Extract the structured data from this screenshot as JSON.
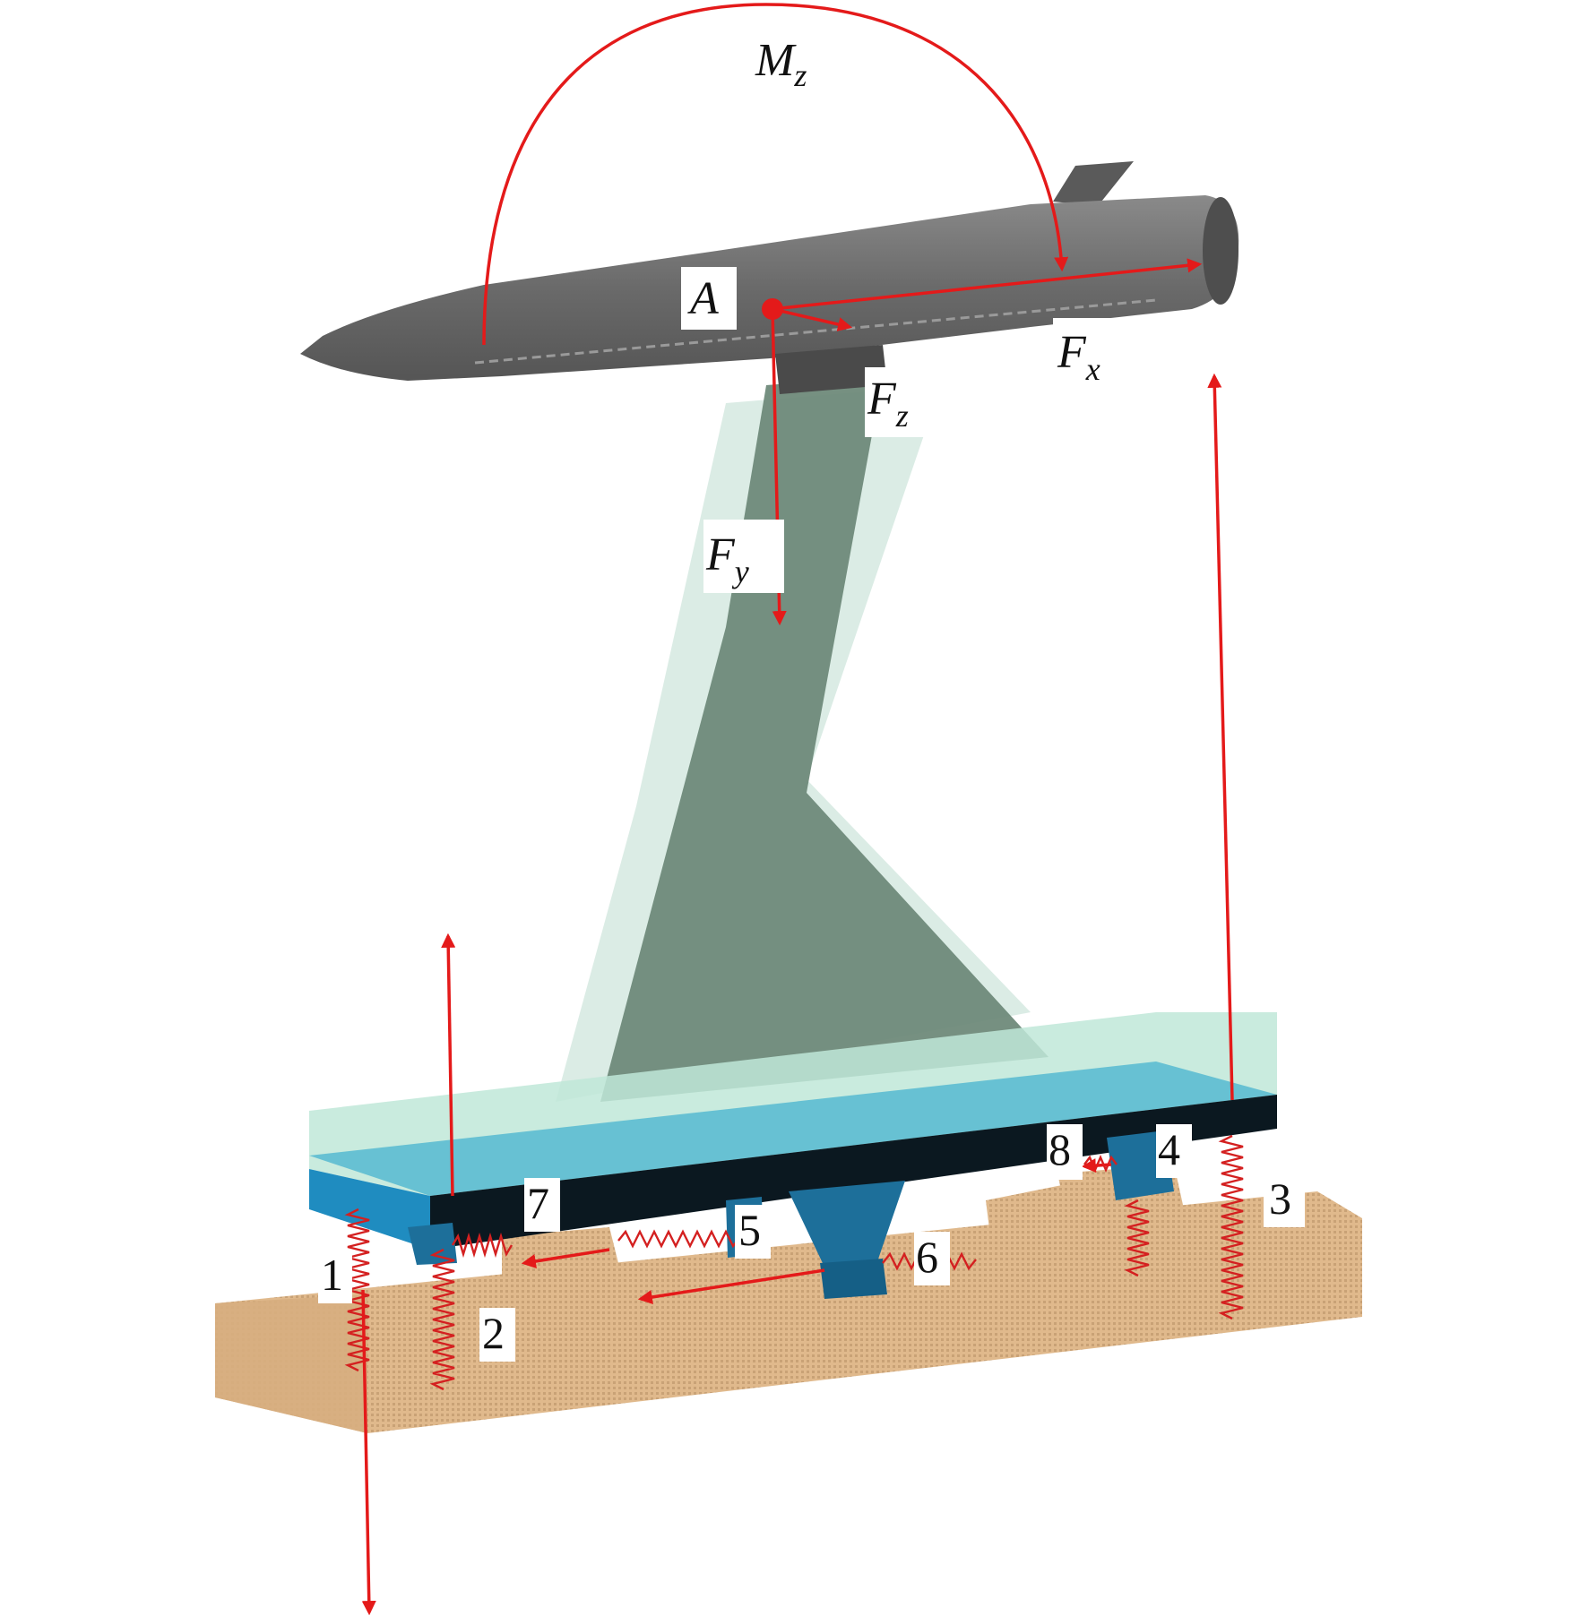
{
  "labels": {
    "moment": {
      "main": "M",
      "sub": "z"
    },
    "point": "A",
    "force_x": {
      "main": "F",
      "sub": "x"
    },
    "force_y": {
      "main": "F",
      "sub": "y"
    },
    "force_z": {
      "main": "F",
      "sub": "z"
    },
    "springs": [
      "1",
      "2",
      "3",
      "4",
      "5",
      "6",
      "7",
      "8"
    ]
  },
  "colors": {
    "arrow": "#e41a1a",
    "missile": "#6e6e6e",
    "pylon": "#6f8a7a",
    "pylon_glass": "#cfe6dc",
    "plate": "#1f8cc0",
    "plate_glass": "#bfe8d8",
    "plate_dark": "#0b1820",
    "ground": "#e0b98c",
    "spring": "#d42020"
  }
}
